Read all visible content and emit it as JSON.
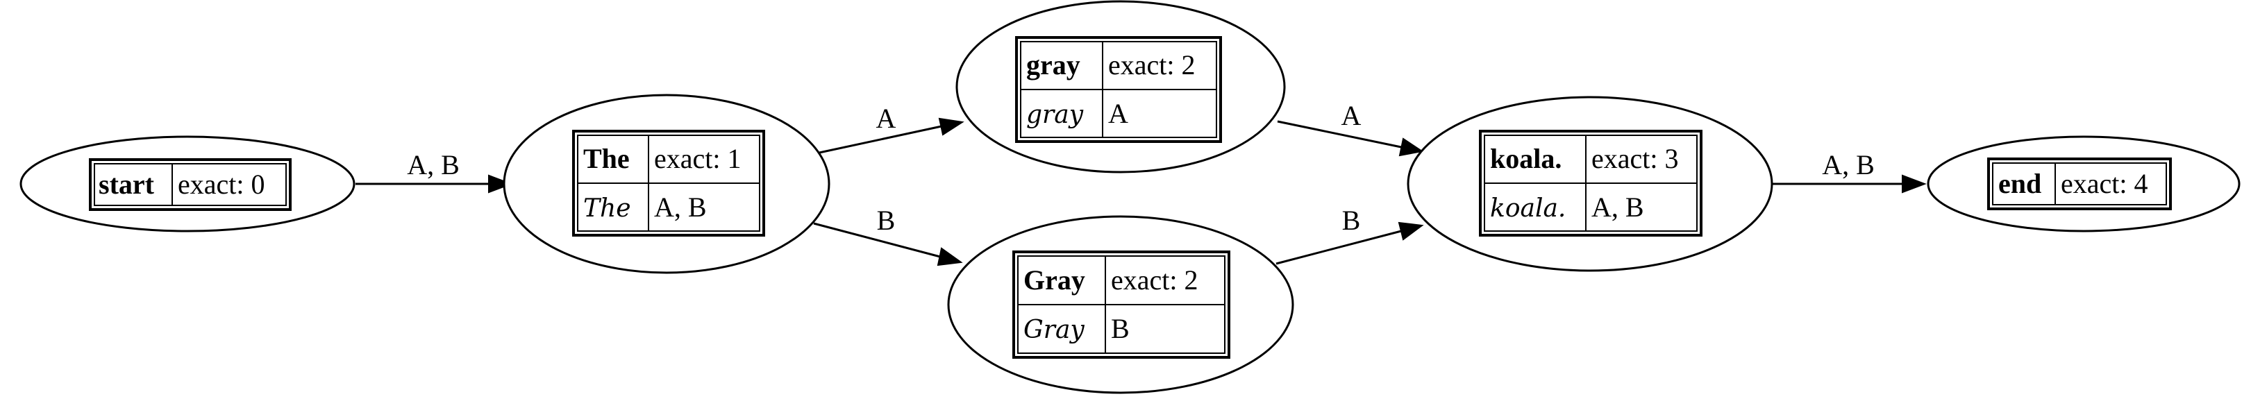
{
  "nodes": {
    "start": {
      "token": "start",
      "exact": "exact: 0"
    },
    "the": {
      "token": "The",
      "exact": "exact: 1",
      "witness_text": "The",
      "witnesses": "A, B"
    },
    "gray_a": {
      "token": "gray",
      "exact": "exact: 2",
      "witness_text": "gray",
      "witnesses": "A"
    },
    "gray_b": {
      "token": "Gray",
      "exact": "exact: 2",
      "witness_text": "Gray",
      "witnesses": "B"
    },
    "koala": {
      "token": "koala.",
      "exact": "exact: 3",
      "witness_text": "koala.",
      "witnesses": "A, B"
    },
    "end": {
      "token": "end",
      "exact": "exact: 4"
    }
  },
  "edges": {
    "start_the": "A, B",
    "the_gray_a": "A",
    "the_gray_b": "B",
    "gray_a_koala": "A",
    "gray_b_koala": "B",
    "koala_end": "A, B"
  }
}
